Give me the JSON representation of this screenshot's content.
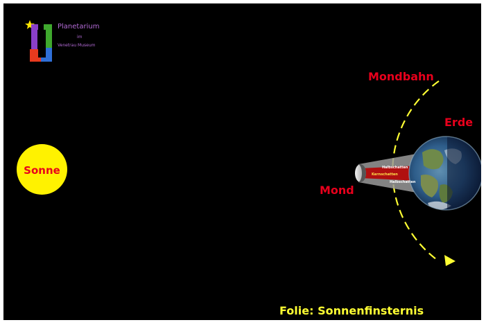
{
  "logo": {
    "title": "Planetarium",
    "line2": "im",
    "line3": "Venetrau Museum"
  },
  "labels": {
    "sun": "Sonne",
    "orbit": "Mondbahn",
    "earth": "Erde",
    "moon": "Mond"
  },
  "shadow_labels": {
    "penumbra_top": "Halbschatten",
    "umbra": "Kernschatten",
    "penumbra_bottom": "Halbschatten"
  },
  "footer": "Folie: Sonnenfinsternis",
  "colors": {
    "background": "#000000",
    "sun": "#fff200",
    "label_red": "#e8001c",
    "orbit_yellow": "#ffff33",
    "footer_yellow": "#ffff33"
  }
}
